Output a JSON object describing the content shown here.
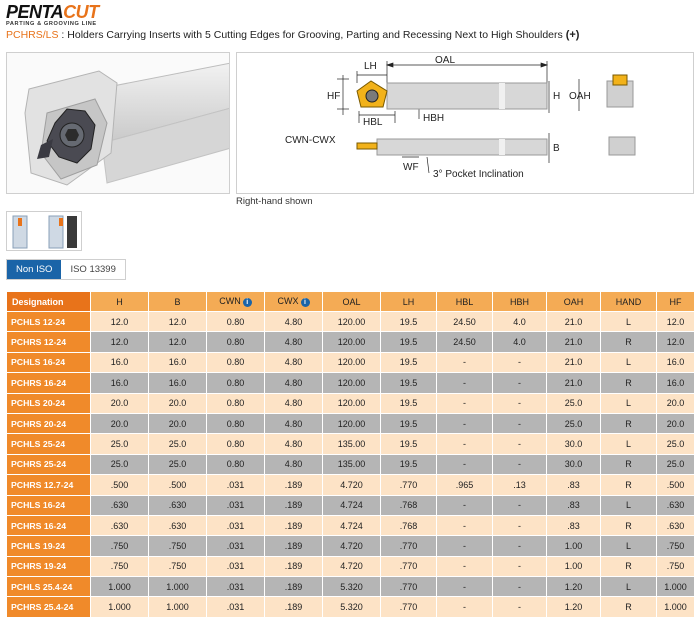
{
  "brand": {
    "name_part1": "PENTA",
    "name_part2": "CUT",
    "tagline": "PARTING & GROOVING LINE",
    "accent_color": "#e8731a"
  },
  "header": {
    "code": "PCHRS/LS",
    "description": " : Holders Carrying Inserts with 5 Cutting Edges for Grooving, Parting and Recessing Next to High Shoulders ",
    "plus": "(+)"
  },
  "diagram": {
    "labels": {
      "oal": "OAL",
      "lh": "LH",
      "hf": "HF",
      "h": "H",
      "hbl": "HBL",
      "hbh": "HBH",
      "oah": "OAH",
      "cwn_cwx": "CWN-CWX",
      "b": "B",
      "wf": "WF",
      "pocket": "3° Pocket Inclination"
    },
    "caption": "Right-hand shown"
  },
  "unit_toggle": {
    "options": [
      "Non ISO",
      "ISO 13399"
    ],
    "selected": "Non ISO",
    "active_color": "#1a64a8"
  },
  "table": {
    "columns": [
      "Designation",
      "H",
      "B",
      "CWN",
      "CWX",
      "OAL",
      "LH",
      "HBL",
      "HBH",
      "OAH",
      "HAND",
      "HF"
    ],
    "info_columns": [
      "CWN",
      "CWX"
    ],
    "rows": [
      [
        "PCHLS 12-24",
        "12.0",
        "12.0",
        "0.80",
        "4.80",
        "120.00",
        "19.5",
        "24.50",
        "4.0",
        "21.0",
        "L",
        "12.0"
      ],
      [
        "PCHRS 12-24",
        "12.0",
        "12.0",
        "0.80",
        "4.80",
        "120.00",
        "19.5",
        "24.50",
        "4.0",
        "21.0",
        "R",
        "12.0"
      ],
      [
        "PCHLS 16-24",
        "16.0",
        "16.0",
        "0.80",
        "4.80",
        "120.00",
        "19.5",
        "-",
        "-",
        "21.0",
        "L",
        "16.0"
      ],
      [
        "PCHRS 16-24",
        "16.0",
        "16.0",
        "0.80",
        "4.80",
        "120.00",
        "19.5",
        "-",
        "-",
        "21.0",
        "R",
        "16.0"
      ],
      [
        "PCHLS 20-24",
        "20.0",
        "20.0",
        "0.80",
        "4.80",
        "120.00",
        "19.5",
        "-",
        "-",
        "25.0",
        "L",
        "20.0"
      ],
      [
        "PCHRS 20-24",
        "20.0",
        "20.0",
        "0.80",
        "4.80",
        "120.00",
        "19.5",
        "-",
        "-",
        "25.0",
        "R",
        "20.0"
      ],
      [
        "PCHLS 25-24",
        "25.0",
        "25.0",
        "0.80",
        "4.80",
        "135.00",
        "19.5",
        "-",
        "-",
        "30.0",
        "L",
        "25.0"
      ],
      [
        "PCHRS 25-24",
        "25.0",
        "25.0",
        "0.80",
        "4.80",
        "135.00",
        "19.5",
        "-",
        "-",
        "30.0",
        "R",
        "25.0"
      ],
      [
        "PCHRS 12.7-24",
        ".500",
        ".500",
        ".031",
        ".189",
        "4.720",
        ".770",
        ".965",
        ".13",
        ".83",
        "R",
        ".500"
      ],
      [
        "PCHLS 16-24",
        ".630",
        ".630",
        ".031",
        ".189",
        "4.724",
        ".768",
        "-",
        "-",
        ".83",
        "L",
        ".630"
      ],
      [
        "PCHRS 16-24",
        ".630",
        ".630",
        ".031",
        ".189",
        "4.724",
        ".768",
        "-",
        "-",
        ".83",
        "R",
        ".630"
      ],
      [
        "PCHLS 19-24",
        ".750",
        ".750",
        ".031",
        ".189",
        "4.720",
        ".770",
        "-",
        "-",
        "1.00",
        "L",
        ".750"
      ],
      [
        "PCHRS 19-24",
        ".750",
        ".750",
        ".031",
        ".189",
        "4.720",
        ".770",
        "-",
        "-",
        "1.00",
        "R",
        ".750"
      ],
      [
        "PCHLS 25.4-24",
        "1.000",
        "1.000",
        ".031",
        ".189",
        "5.320",
        ".770",
        "-",
        "-",
        "1.20",
        "L",
        "1.000"
      ],
      [
        "PCHRS 25.4-24",
        "1.000",
        "1.000",
        ".031",
        ".189",
        "5.320",
        ".770",
        "-",
        "-",
        "1.20",
        "R",
        "1.000"
      ]
    ]
  }
}
